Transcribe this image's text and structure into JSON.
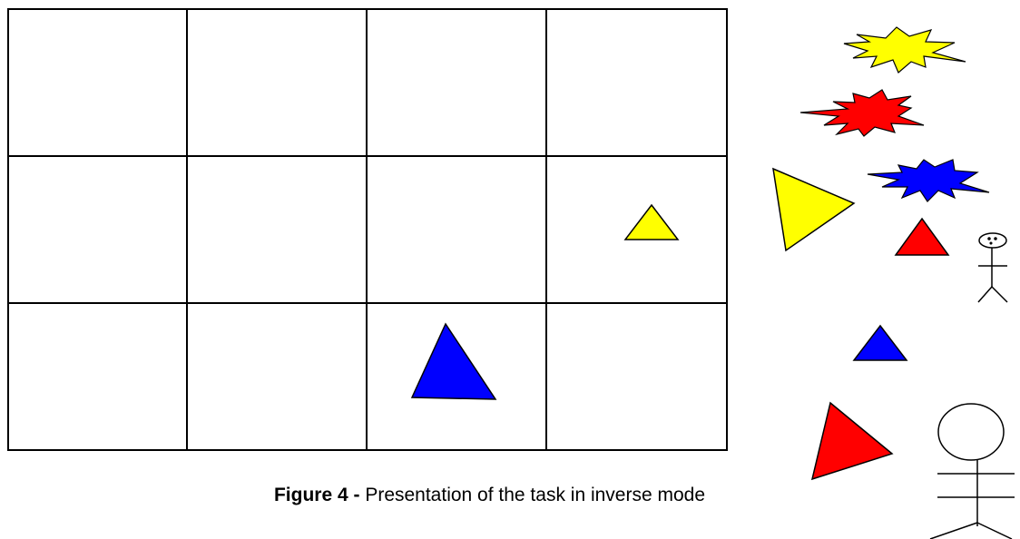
{
  "caption": {
    "label": "Figure 4 -",
    "text": "Presentation of the task in inverse mode"
  },
  "grid": {
    "rows": 3,
    "cols": 4
  },
  "colors": {
    "yellow": "#ffff00",
    "red": "#ff0000",
    "blue": "#0000ff",
    "outline": "#000000"
  },
  "icons": [
    "triangle-icon",
    "star-burst-icon",
    "stick-figure-icon"
  ]
}
